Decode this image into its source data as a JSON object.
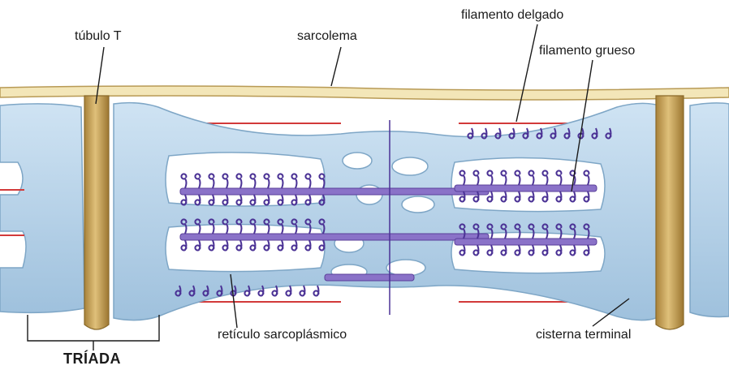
{
  "labels": {
    "t_tubule": "túbulo T",
    "sarcolemma": "sarcolema",
    "thin_filament": "filamento delgado",
    "thick_filament": "filamento grueso",
    "sarcoplasmic_reticulum": "retículo sarcoplásmico",
    "terminal_cistern": "cisterna terminal",
    "triad": "TRÍADA"
  },
  "colors": {
    "sarcolemma": "#e9d9a6",
    "t_tubule": "#c9a45a",
    "reticulum": "#b8d4ea",
    "thin_filament": "#d23a3a",
    "thick_filament": "#6b4fb0"
  }
}
